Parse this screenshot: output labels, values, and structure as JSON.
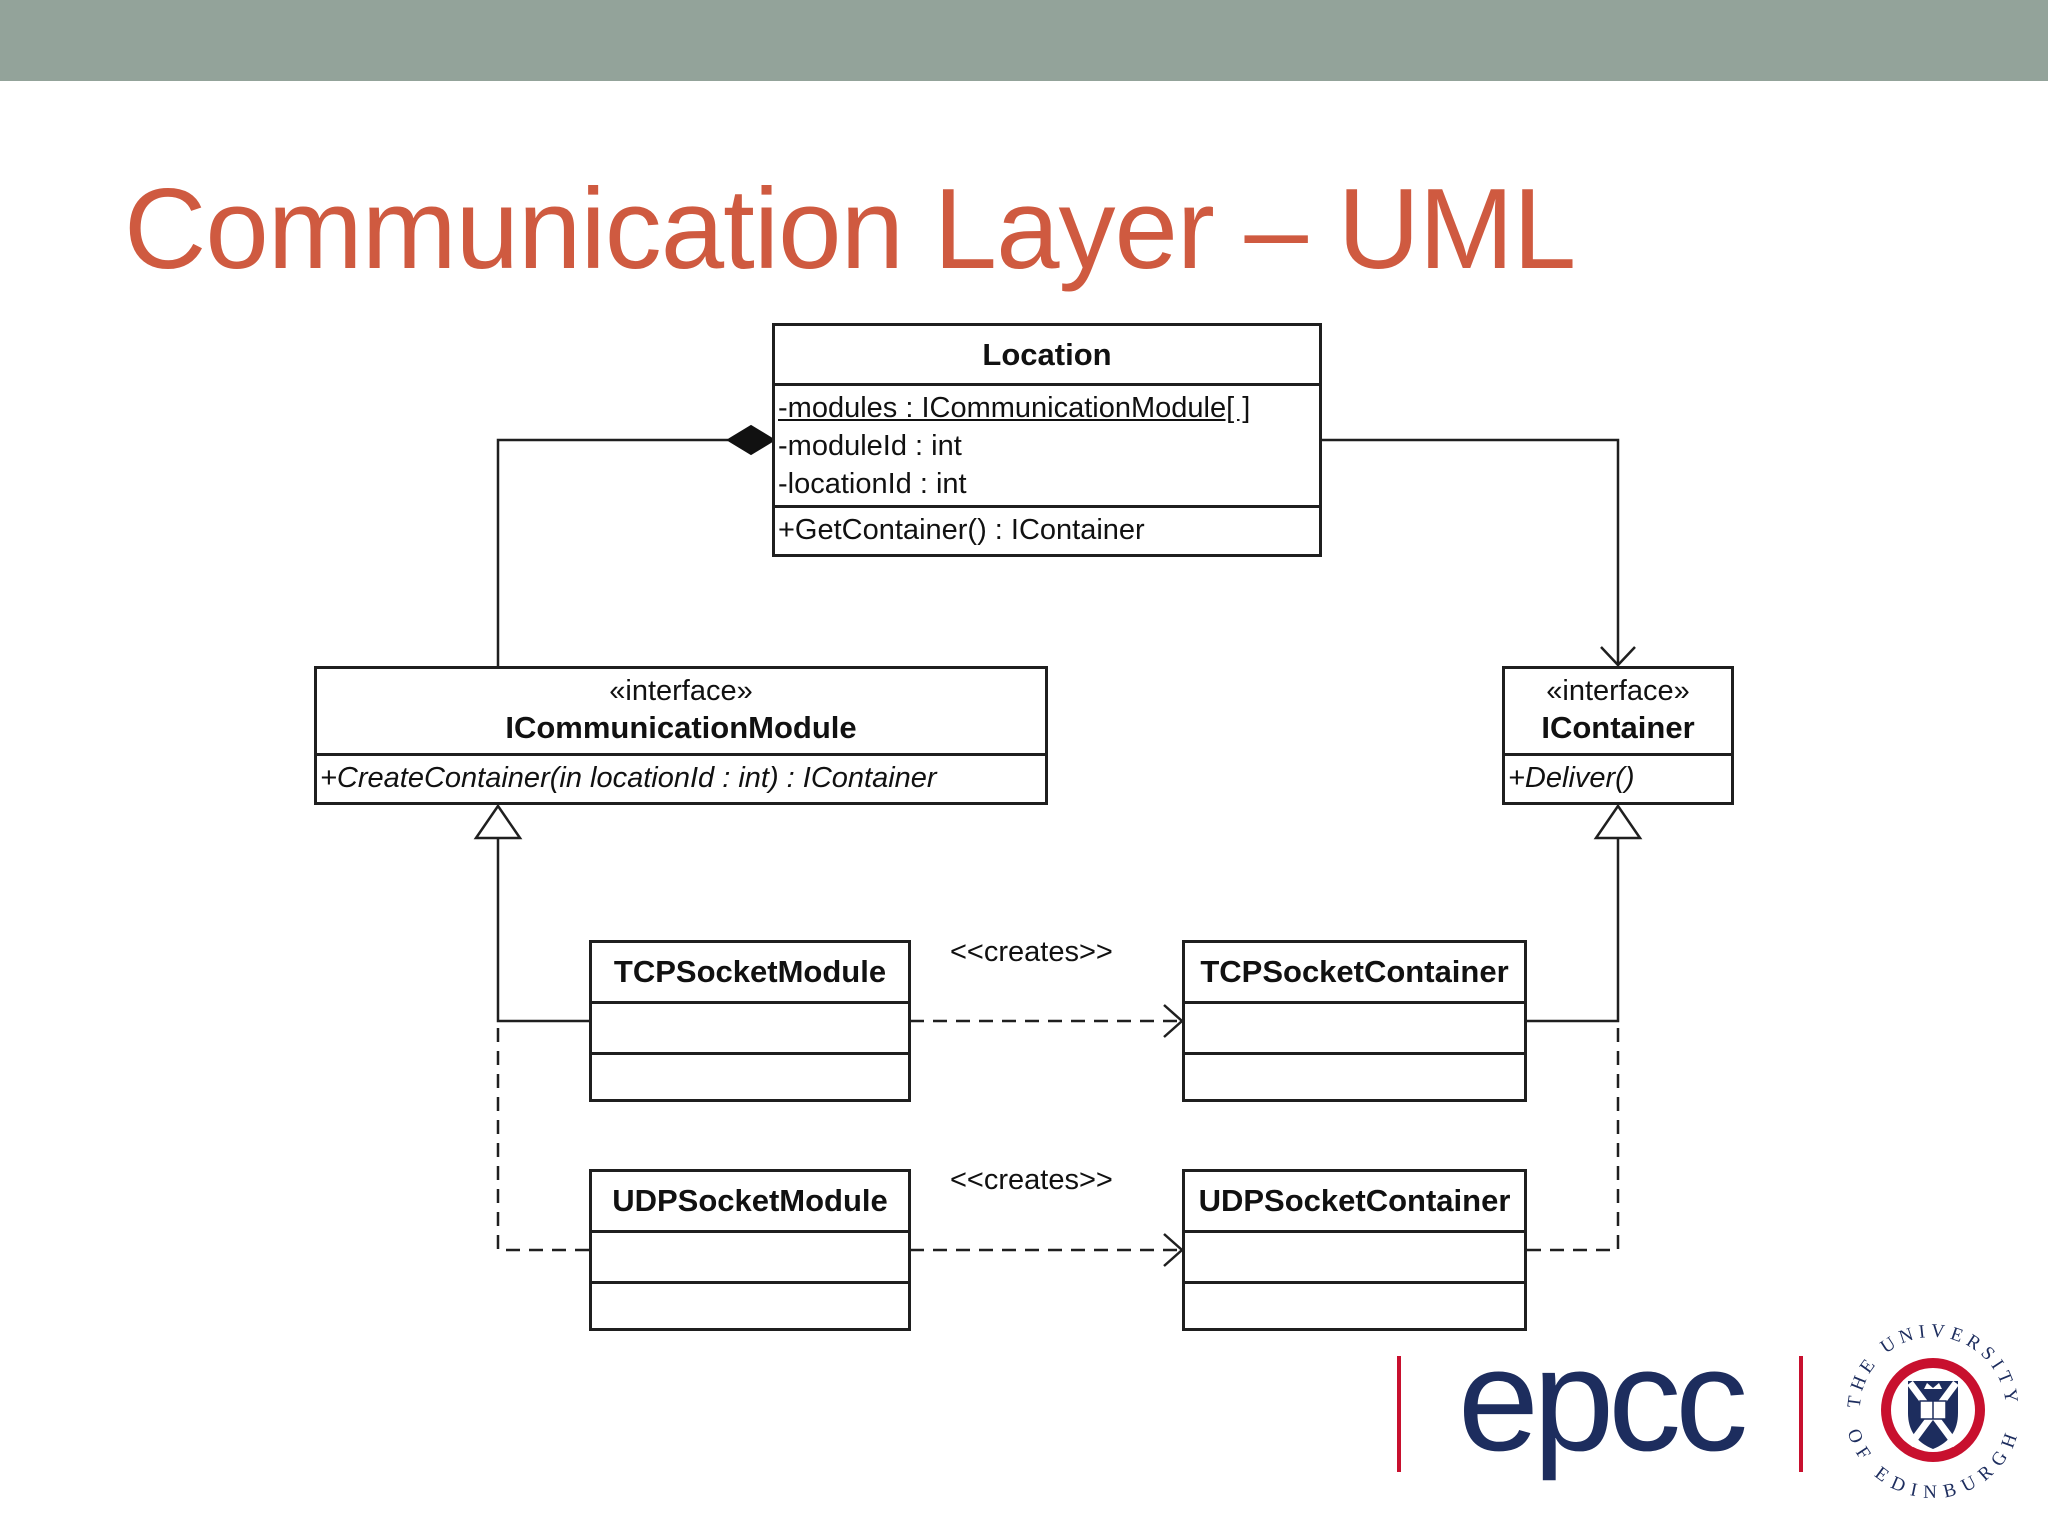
{
  "slide": {
    "title": "Communication Layer – UML",
    "colors": {
      "title": "#cf5a40",
      "top_bar": "#93a39a",
      "epcc_blue": "#1d2d5e",
      "epcc_red": "#c8102e",
      "uoe_red": "#c8102e"
    }
  },
  "diagram": {
    "location": {
      "name": "Location",
      "attributes": [
        "-modules : ICommunicationModule[ ]",
        "-moduleId : int",
        "-locationId : int"
      ],
      "operations": [
        "+GetContainer() : IContainer"
      ]
    },
    "icommunicationmodule": {
      "stereotype": "«interface»",
      "name": "ICommunicationModule",
      "operations": [
        "+CreateContainer(in locationId : int) : IContainer"
      ]
    },
    "icontainer": {
      "stereotype": "«interface»",
      "name": "IContainer",
      "operations": [
        "+Deliver()"
      ]
    },
    "tcpsocketmodule": {
      "name": "TCPSocketModule"
    },
    "tcpsocketcontainer": {
      "name": "TCPSocketContainer"
    },
    "udpsocketmodule": {
      "name": "UDPSocketModule"
    },
    "udpsocketcontainer": {
      "name": "UDPSocketContainer"
    },
    "dependencies": [
      "<<creates>>",
      "<<creates>>"
    ]
  },
  "logos": {
    "epcc": {
      "text": "epcc"
    },
    "university": {
      "top_text": "THE UNIVERSITY",
      "bottom_text": "OF EDINBURGH"
    }
  }
}
